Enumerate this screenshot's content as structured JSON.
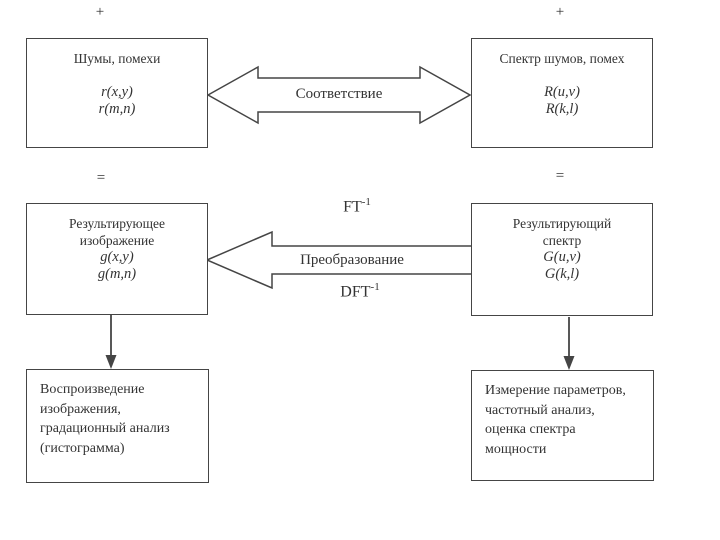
{
  "signs": {
    "plus": "+",
    "equals": "="
  },
  "boxes": {
    "noise": {
      "title": "Шумы, помехи",
      "formula1": "r(x,y)",
      "formula2": "r(m,n)"
    },
    "noise_spectrum": {
      "title": "Спектр шумов, помех",
      "formula1": "R(u,v)",
      "formula2": "R(k,l)"
    },
    "result_image": {
      "title": "Результирующее изображение",
      "formula1": "g(x,y)",
      "formula2": "g(m,n)"
    },
    "result_spectrum": {
      "title": "Результирующий спектр",
      "formula1": "G(u,v)",
      "formula2": "G(k,l)"
    },
    "reproduction": {
      "text": "Воспроизведение изображения, градационный анализ (гистограмма)"
    },
    "measurement": {
      "text": "Измерение параметров, частотный анализ, оценка спектра мощности"
    }
  },
  "labels": {
    "correspondence": "Соответствие",
    "transform": "Преобразование",
    "ft_base": "FT",
    "ft_sup": "-1",
    "dft_base": "DFT",
    "dft_sup": "-1"
  },
  "colors": {
    "line": "#454545",
    "text": "#333333",
    "background": "#ffffff"
  }
}
